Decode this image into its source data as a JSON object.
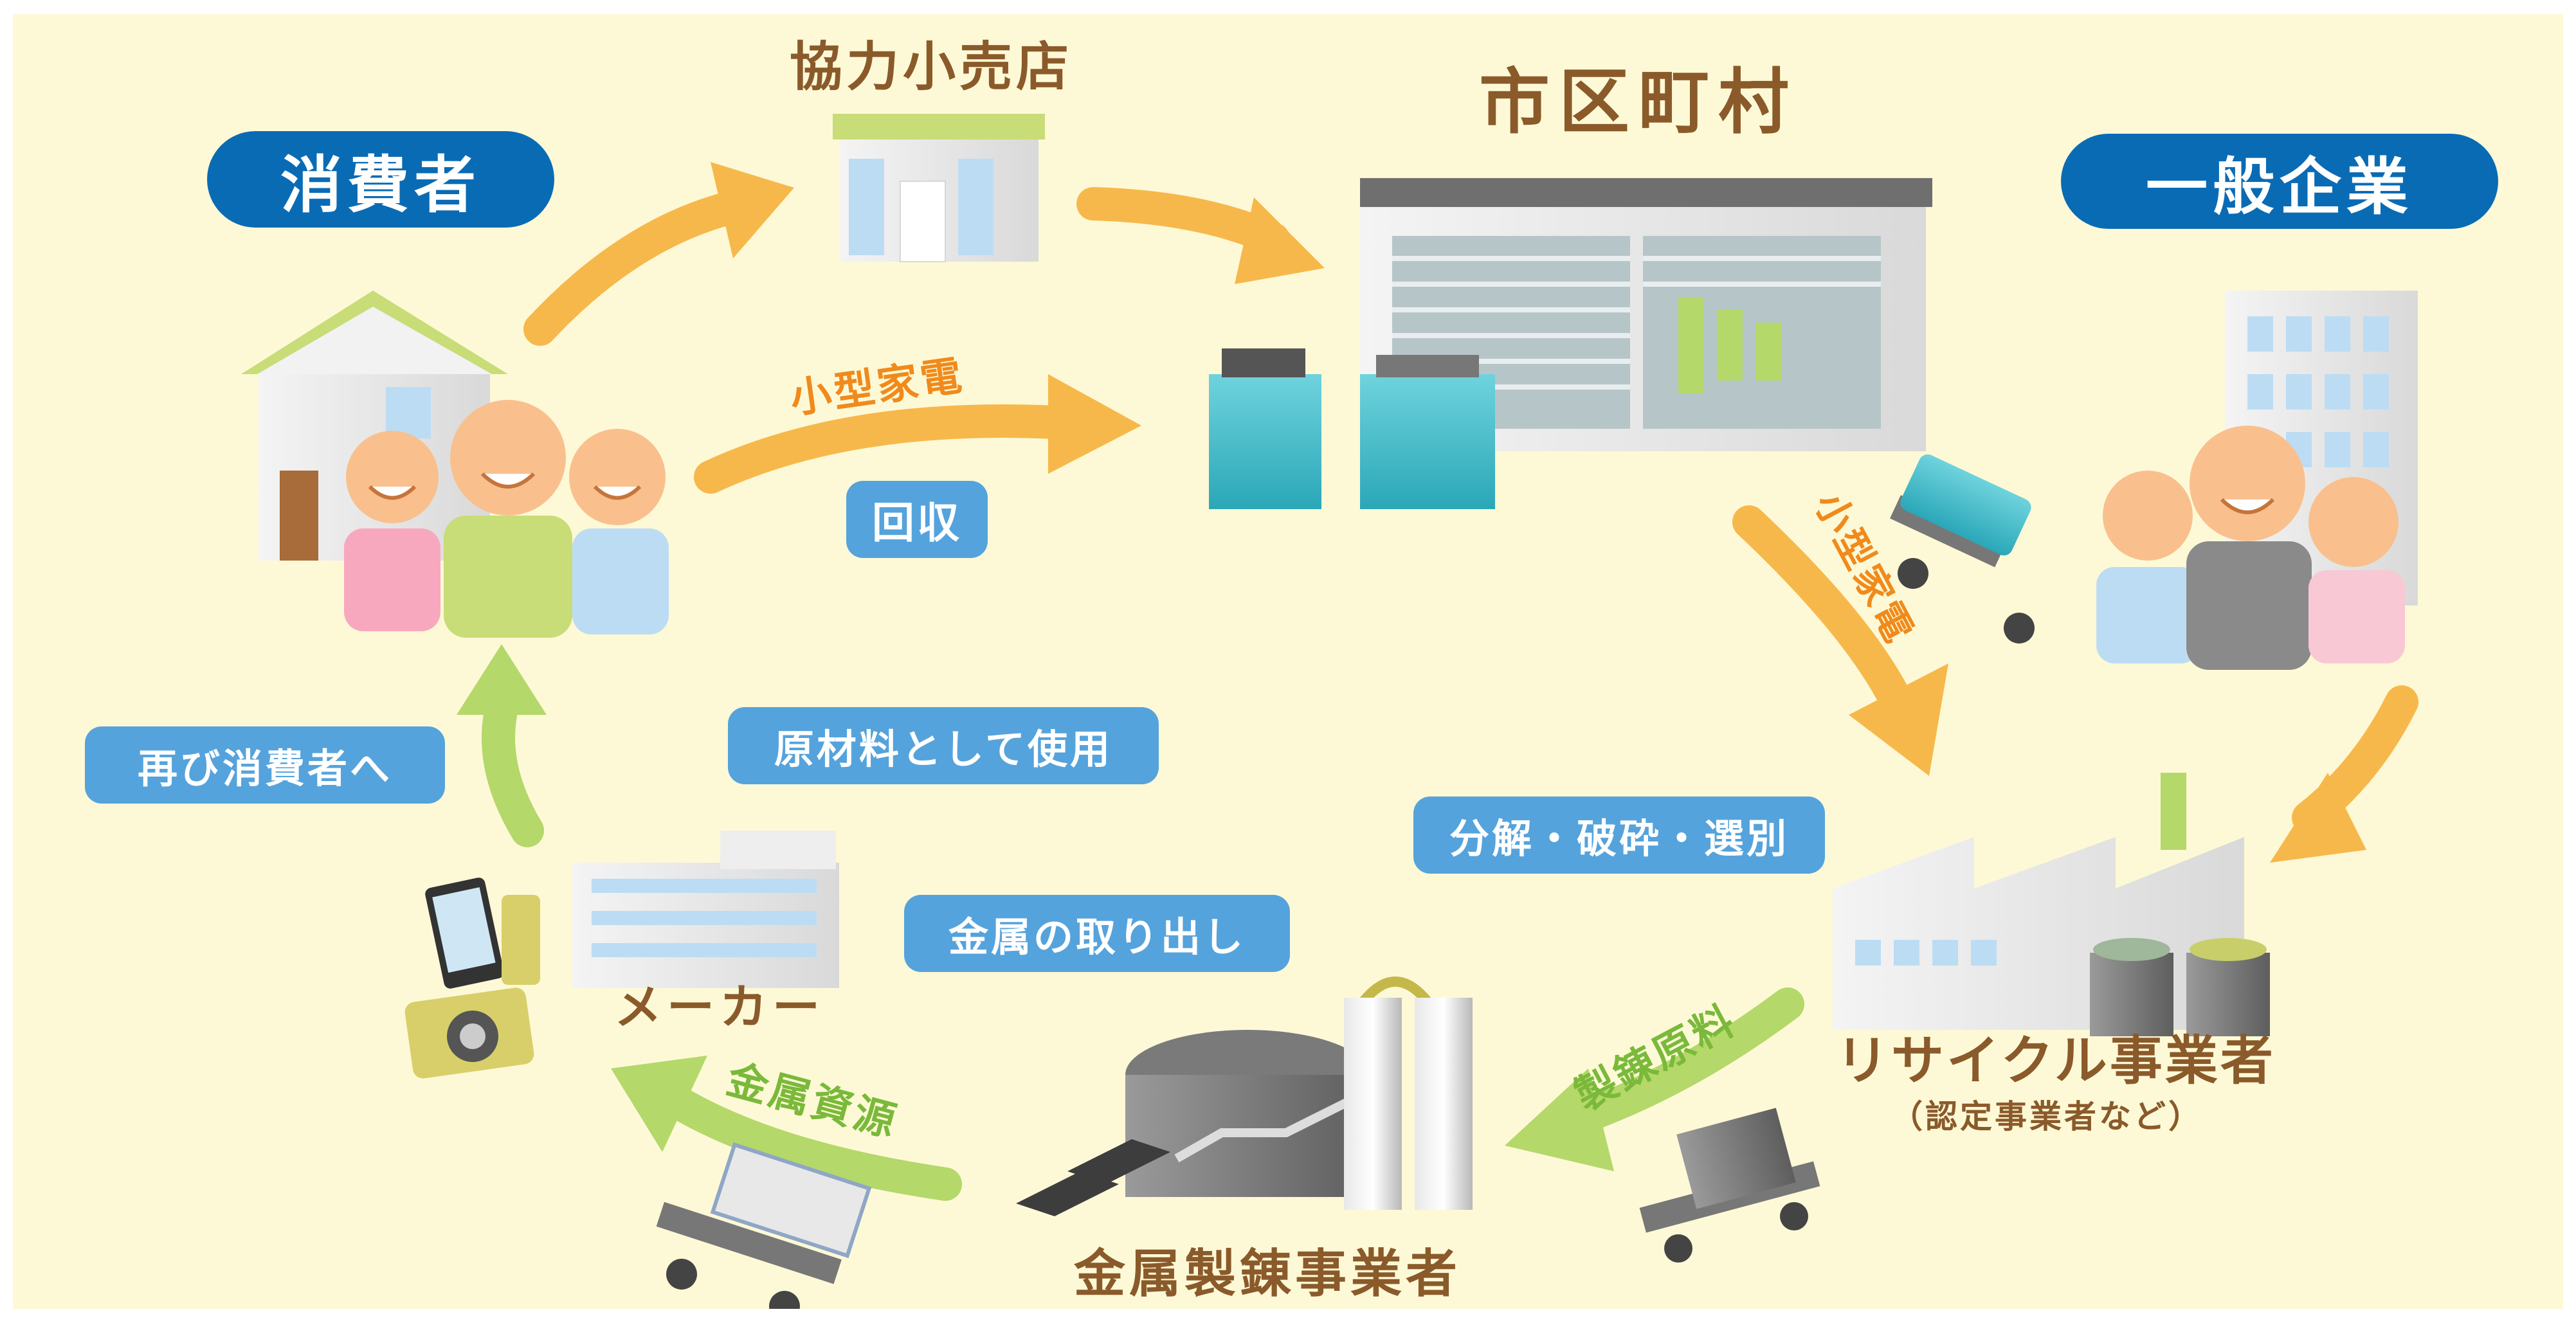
{
  "nodes": {
    "consumer": "消費者",
    "retail_store": "協力小売店",
    "municipality": "市区町村",
    "general_company": "一般企業",
    "recycler": "リサイクル事業者",
    "recycler_note": "（認定事業者など）",
    "smelter": "金属製錬事業者",
    "maker": "メーカー"
  },
  "flow_labels": {
    "small_appliance_1": "小型家電",
    "small_appliance_2": "小型家電",
    "smelting_material": "製錬原料",
    "metal_resource": "金属資源"
  },
  "bubbles": {
    "collection": "回収",
    "dismantle": "分解・破砕・選別",
    "metal_extraction": "金属の取り出し",
    "raw_material_use": "原材料として使用",
    "back_to_consumer": "再び消費者へ"
  },
  "colors": {
    "background": "#fdf9d6",
    "orange_arrow": "#f7b84b",
    "green_arrow": "#b4d86a",
    "pill_blue": "#0a6bb5",
    "bubble_blue": "#55a3dc",
    "label_brown": "#8a5a2b"
  }
}
